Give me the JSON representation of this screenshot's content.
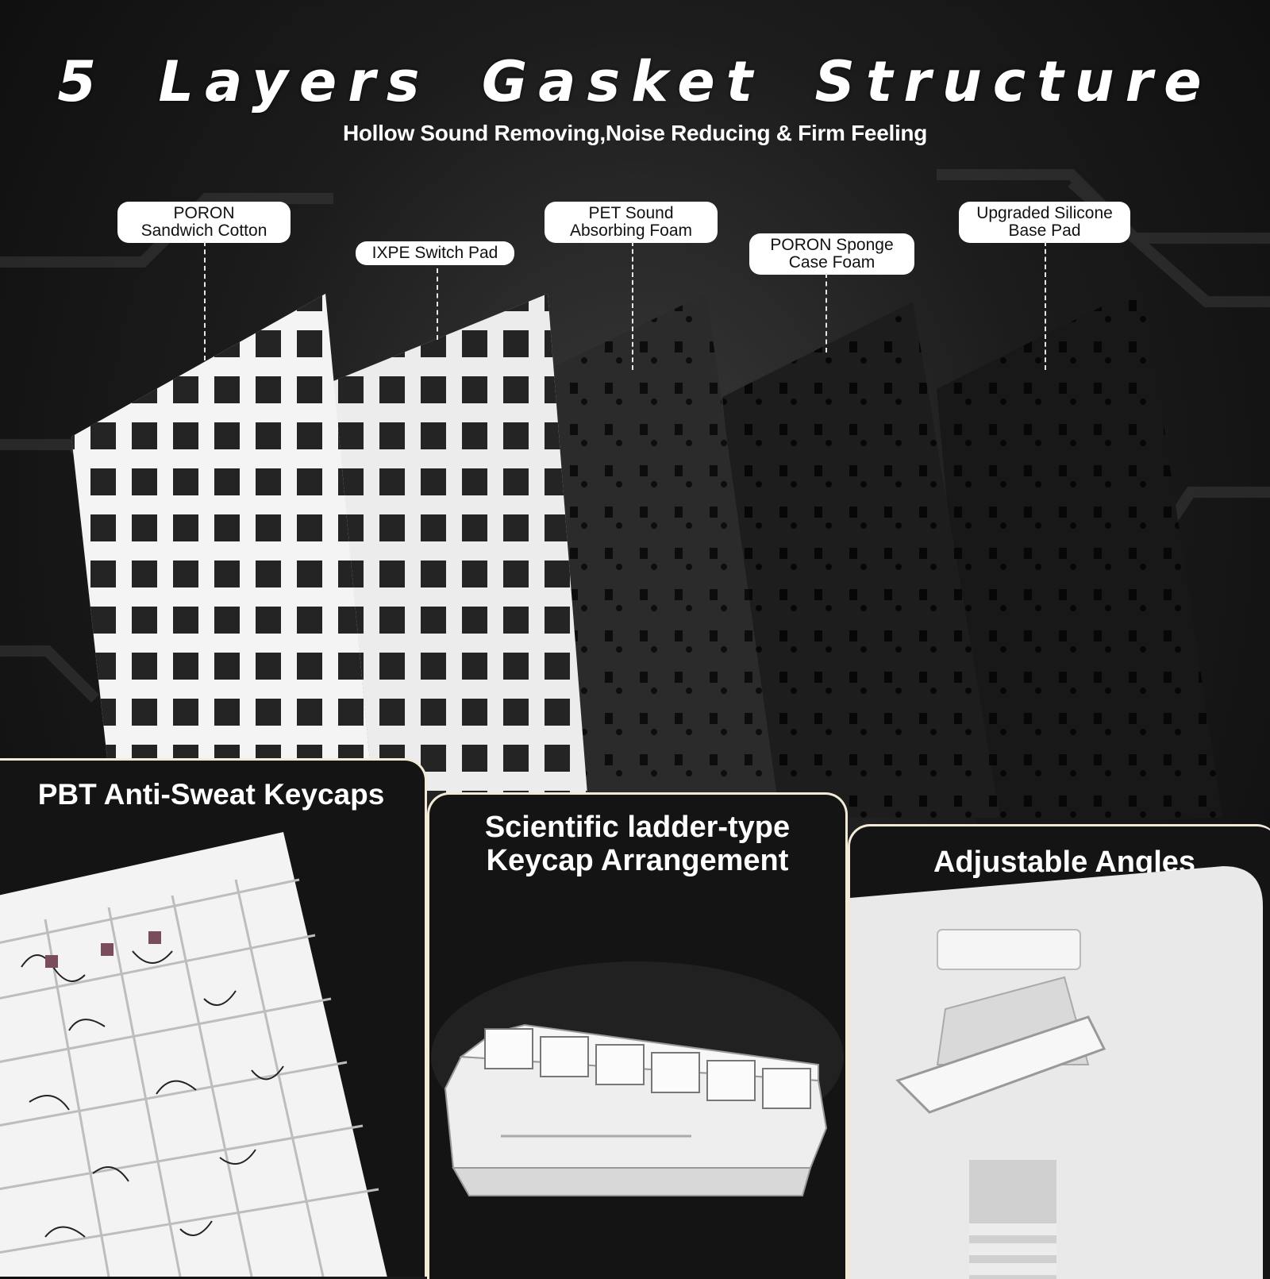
{
  "headline": {
    "title": "5 Layers Gasket Structure",
    "subtitle": "Hollow Sound Removing,Noise Reducing & Firm Feeling"
  },
  "layers": [
    {
      "label_line1": "PORON",
      "label_line2": "Sandwich Cotton",
      "color": "#f2f2f2"
    },
    {
      "label_line1": "IXPE Switch Pad",
      "label_line2": "",
      "color": "#ececec"
    },
    {
      "label_line1": "PET Sound",
      "label_line2": "Absorbing Foam",
      "color": "#2a2a2a"
    },
    {
      "label_line1": "PORON Sponge",
      "label_line2": "Case Foam",
      "color": "#1c1c1c"
    },
    {
      "label_line1": "Upgraded Silicone",
      "label_line2": "Base Pad",
      "color": "#1a1a1a"
    }
  ],
  "panels": {
    "keycaps": {
      "title": "PBT Anti-Sweat Keycaps"
    },
    "ladder": {
      "title_line1": "Scientific ladder-type",
      "title_line2": "Keycap Arrangement"
    },
    "angles": {
      "title": "Adjustable Angles"
    }
  },
  "colors": {
    "accent_border": "#f2ead7",
    "background": "#111111",
    "text": "#ffffff"
  }
}
